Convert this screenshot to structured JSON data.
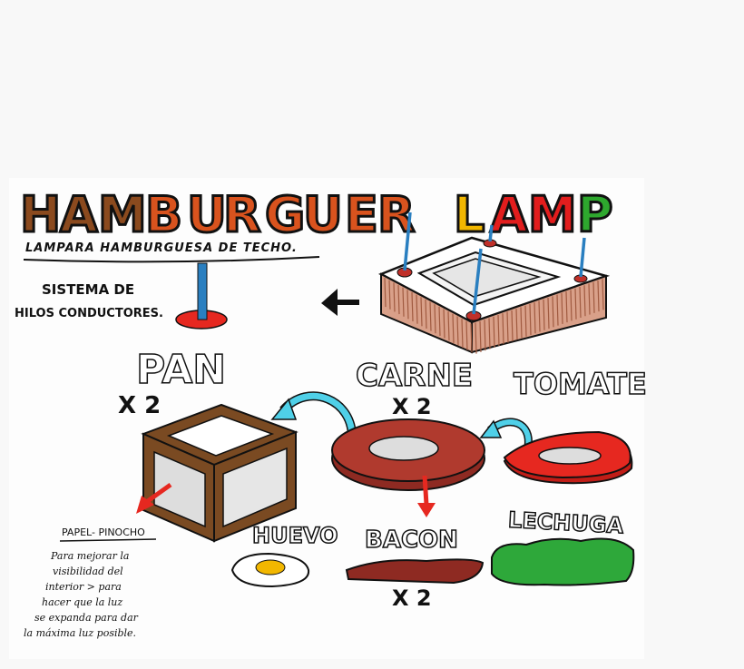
{
  "title": {
    "word1": [
      {
        "ch": "H",
        "color": "#8b4a1e"
      },
      {
        "ch": "A",
        "color": "#8b4a1e"
      },
      {
        "ch": "M",
        "color": "#8b4a1e"
      },
      {
        "ch": "B",
        "color": "#d9531e"
      },
      {
        "ch": "U",
        "color": "#d9531e"
      },
      {
        "ch": "R",
        "color": "#d9531e"
      },
      {
        "ch": "G",
        "color": "#d9531e"
      },
      {
        "ch": "U",
        "color": "#d9531e"
      },
      {
        "ch": "E",
        "color": "#d9531e"
      },
      {
        "ch": "R",
        "color": "#d9531e"
      }
    ],
    "word2": [
      {
        "ch": "L",
        "color": "#f2b700"
      },
      {
        "ch": "A",
        "color": "#e21d1d"
      },
      {
        "ch": "M",
        "color": "#e21d1d"
      },
      {
        "ch": "P",
        "color": "#2ea82e"
      }
    ]
  },
  "subtitle": "LAMPARA HAMBURGUESA DE TECHO.",
  "wires_label": {
    "line1": "SISTEMA DE",
    "line2": "HILOS CONDUCTORES."
  },
  "labels": {
    "pan": "PAN",
    "pan_qty": "X 2",
    "carne": "CARNE",
    "carne_qty": "X 2",
    "tomate": "TOMATE",
    "huevo": "HUEVO",
    "bacon": "BACON",
    "bacon_qty": "X 2",
    "lechuga": "LECHUGA"
  },
  "note": {
    "heading": "PAPEL- PINOCHO",
    "lines": [
      "Para mejorar la",
      "visibilidad del",
      "interior > para",
      "hacer que la luz",
      "se expanda para dar",
      "la máxima luz posible."
    ]
  },
  "colors": {
    "bread": "#7a4a22",
    "meat": "#b03a2e",
    "tomato": "#e62820",
    "lettuce": "#2ea83a",
    "wire": "#2a7fc0",
    "arrow_cyan": "#4fd0e8",
    "arrow_red": "#e62820"
  }
}
